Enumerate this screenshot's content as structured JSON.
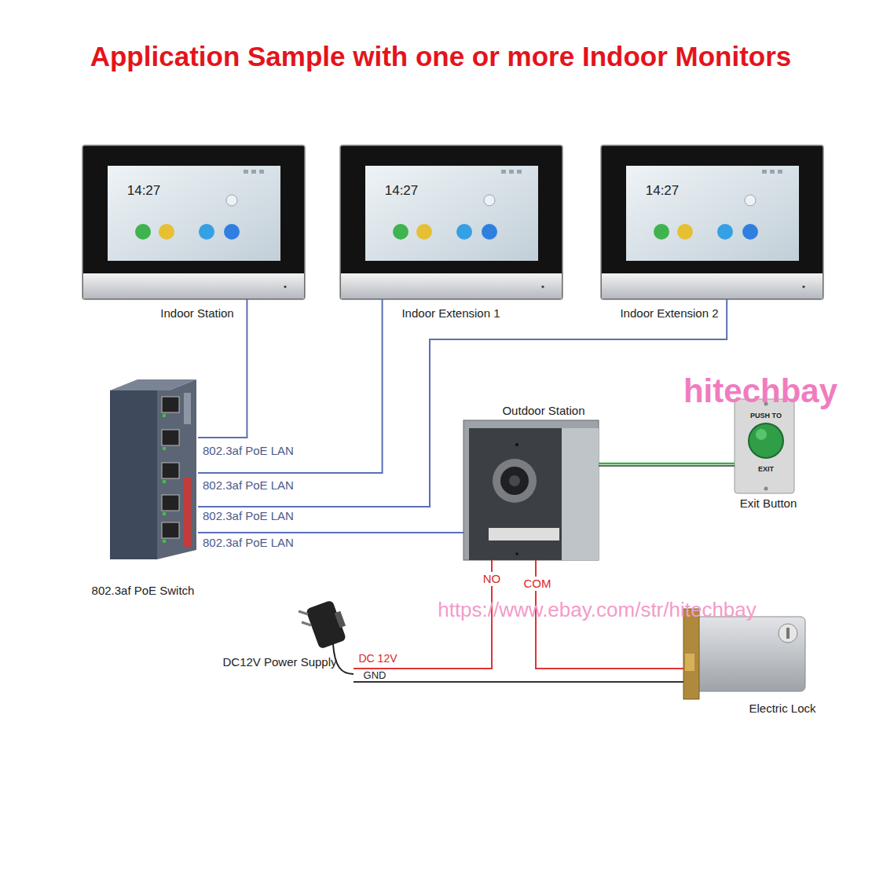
{
  "diagram": {
    "title": "Application Sample with one or more Indoor Monitors",
    "nodes": [
      {
        "text": [
          "Indoor Station"
        ]
      },
      {
        "text": [
          "Indoor Extension 1"
        ]
      },
      {
        "text": [
          "Indoor Extension 2"
        ]
      },
      {
        "text": [
          "802.3af PoE Switch"
        ]
      },
      {
        "text": [
          "Outdoor Station"
        ]
      },
      {
        "text": [
          "Exit Button"
        ]
      },
      {
        "text": [
          "DC12V Power Supply"
        ]
      },
      {
        "text": [
          "Electric Lock"
        ]
      }
    ],
    "edges": [
      {
        "from": 3,
        "to": 0,
        "arrow": "none",
        "label": "802.3af PoE LAN"
      },
      {
        "from": 3,
        "to": 1,
        "arrow": "none",
        "label": "802.3af PoE LAN"
      },
      {
        "from": 3,
        "to": 2,
        "arrow": "none",
        "label": "802.3af PoE LAN"
      },
      {
        "from": 3,
        "to": 4,
        "arrow": "none",
        "label": "802.3af PoE LAN"
      },
      {
        "from": 4,
        "to": 5,
        "arrow": "none"
      },
      {
        "from": 6,
        "to": 4,
        "arrow": "none",
        "label": "DC 12V"
      },
      {
        "from": 4,
        "to": 7,
        "arrow": "none",
        "label": "COM"
      },
      {
        "from": 6,
        "to": 7,
        "arrow": "none",
        "label": "GND"
      }
    ],
    "labels": [
      "14:27",
      "14:27",
      "14:27",
      "hitechbay",
      "PUSH TO",
      "EXIT",
      "NO",
      "https://www.ebay.com/str/hitechbay"
    ]
  }
}
